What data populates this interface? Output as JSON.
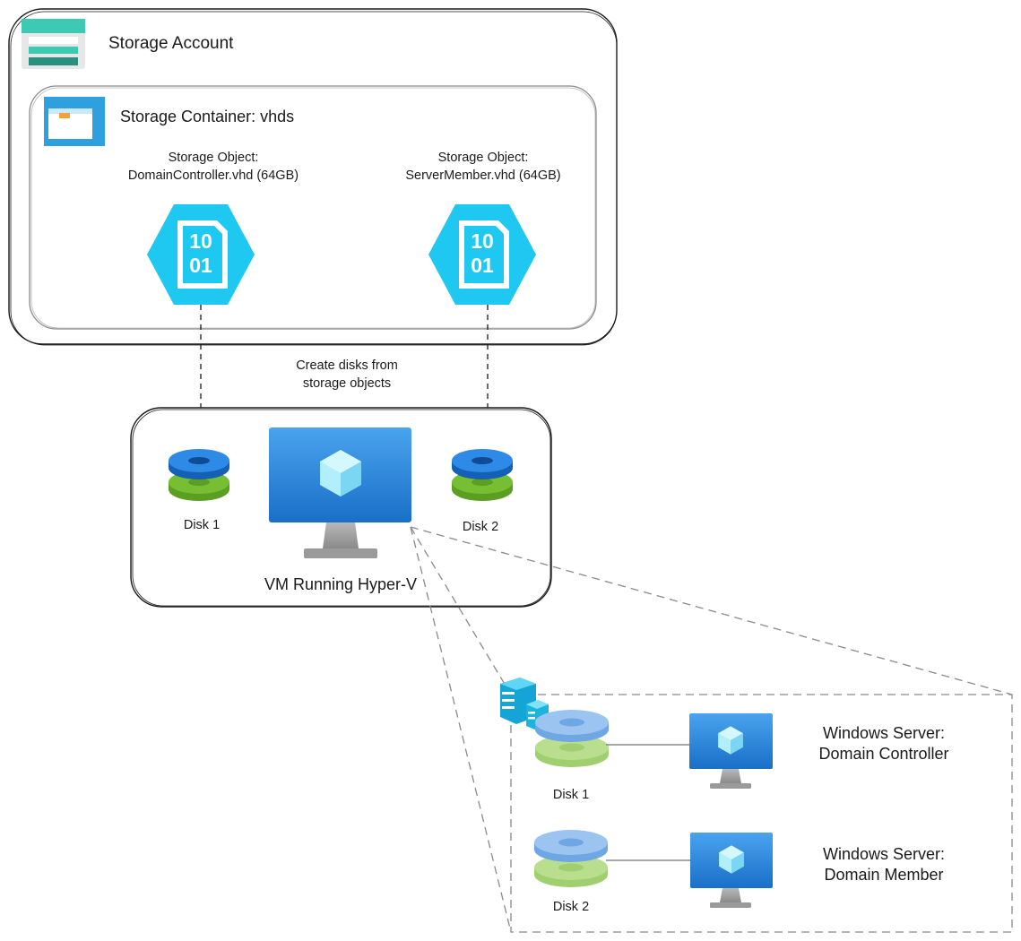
{
  "storage_account": {
    "title": "Storage Account",
    "container": {
      "title": "Storage Container: vhds",
      "objects": [
        {
          "line1": "Storage Object:",
          "line2": "DomainController.vhd (64GB)",
          "icon": "binary-file-icon",
          "glyph_top": "10",
          "glyph_bottom": "01"
        },
        {
          "line1": "Storage Object:",
          "line2": "ServerMember.vhd (64GB)",
          "icon": "binary-file-icon",
          "glyph_top": "10",
          "glyph_bottom": "01"
        }
      ]
    }
  },
  "connector_label": {
    "line1": "Create disks from",
    "line2": "storage objects"
  },
  "hyperv_vm": {
    "title": "VM Running Hyper-V",
    "disks": [
      {
        "label": "Disk 1"
      },
      {
        "label": "Disk 2"
      }
    ]
  },
  "nested_group": {
    "icon": "server-group-icon",
    "servers": [
      {
        "disk_label": "Disk 1",
        "line1": "Windows Server:",
        "line2": "Domain Controller"
      },
      {
        "disk_label": "Disk 2",
        "line1": "Windows Server:",
        "line2": "Domain Member"
      }
    ]
  },
  "colors": {
    "hex_icon": "#1ec8f0",
    "disk_blue": "#1f7fd8",
    "disk_green": "#6bb32e",
    "monitor_blue": "#2a86dc",
    "container_icon": "#2ea0e0",
    "account_icon": "#3ec9b4"
  }
}
